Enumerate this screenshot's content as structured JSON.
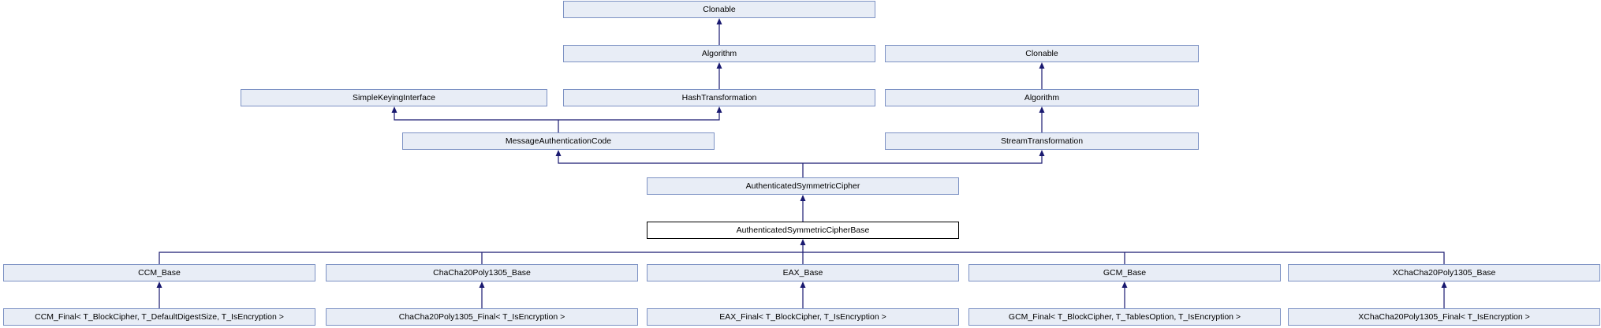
{
  "colors": {
    "node_fill": "#e8edf6",
    "node_border": "#7d92c4",
    "current_node_fill": "#ffffff",
    "current_node_border": "#000000",
    "edge": "#191970",
    "text": "#000000",
    "background": "#ffffff"
  },
  "nodes": {
    "clonable_top": {
      "label": "Clonable"
    },
    "algorithm_mid": {
      "label": "Algorithm"
    },
    "clonable_right": {
      "label": "Clonable"
    },
    "simple_keying_interface": {
      "label": "SimpleKeyingInterface"
    },
    "hash_transformation": {
      "label": "HashTransformation"
    },
    "algorithm_right": {
      "label": "Algorithm"
    },
    "message_authentication_code": {
      "label": "MessageAuthenticationCode"
    },
    "stream_transformation": {
      "label": "StreamTransformation"
    },
    "authenticated_symmetric_cipher": {
      "label": "AuthenticatedSymmetricCipher"
    },
    "authenticated_symmetric_cipher_base": {
      "label": "AuthenticatedSymmetricCipherBase",
      "current": true
    },
    "ccm_base": {
      "label": "CCM_Base"
    },
    "chacha20poly1305_base": {
      "label": "ChaCha20Poly1305_Base"
    },
    "eax_base": {
      "label": "EAX_Base"
    },
    "gcm_base": {
      "label": "GCM_Base"
    },
    "xchacha20poly1305_base": {
      "label": "XChaCha20Poly1305_Base"
    },
    "ccm_final": {
      "label": "CCM_Final< T_BlockCipher, T_DefaultDigestSize, T_IsEncryption >"
    },
    "chacha20poly1305_final": {
      "label": "ChaCha20Poly1305_Final< T_IsEncryption >"
    },
    "eax_final": {
      "label": "EAX_Final< T_BlockCipher, T_IsEncryption >"
    },
    "gcm_final": {
      "label": "GCM_Final< T_BlockCipher, T_TablesOption, T_IsEncryption >"
    },
    "xchacha20poly1305_final": {
      "label": "XChaCha20Poly1305_Final< T_IsEncryption >"
    }
  },
  "edges": [
    {
      "from": "Algorithm",
      "to": "Clonable"
    },
    {
      "from": "HashTransformation",
      "to": "Algorithm"
    },
    {
      "from": "Algorithm",
      "to": "Clonable",
      "column": "right"
    },
    {
      "from": "StreamTransformation",
      "to": "Algorithm"
    },
    {
      "from": "MessageAuthenticationCode",
      "to": "SimpleKeyingInterface"
    },
    {
      "from": "MessageAuthenticationCode",
      "to": "HashTransformation"
    },
    {
      "from": "AuthenticatedSymmetricCipher",
      "to": "MessageAuthenticationCode"
    },
    {
      "from": "AuthenticatedSymmetricCipher",
      "to": "StreamTransformation"
    },
    {
      "from": "AuthenticatedSymmetricCipherBase",
      "to": "AuthenticatedSymmetricCipher"
    },
    {
      "from": "CCM_Base",
      "to": "AuthenticatedSymmetricCipherBase"
    },
    {
      "from": "ChaCha20Poly1305_Base",
      "to": "AuthenticatedSymmetricCipherBase"
    },
    {
      "from": "EAX_Base",
      "to": "AuthenticatedSymmetricCipherBase"
    },
    {
      "from": "GCM_Base",
      "to": "AuthenticatedSymmetricCipherBase"
    },
    {
      "from": "XChaCha20Poly1305_Base",
      "to": "AuthenticatedSymmetricCipherBase"
    },
    {
      "from": "CCM_Final< T_BlockCipher, T_DefaultDigestSize, T_IsEncryption >",
      "to": "CCM_Base"
    },
    {
      "from": "ChaCha20Poly1305_Final< T_IsEncryption >",
      "to": "ChaCha20Poly1305_Base"
    },
    {
      "from": "EAX_Final< T_BlockCipher, T_IsEncryption >",
      "to": "EAX_Base"
    },
    {
      "from": "GCM_Final< T_BlockCipher, T_TablesOption, T_IsEncryption >",
      "to": "GCM_Base"
    },
    {
      "from": "XChaCha20Poly1305_Final< T_IsEncryption >",
      "to": "XChaCha20Poly1305_Base"
    }
  ]
}
